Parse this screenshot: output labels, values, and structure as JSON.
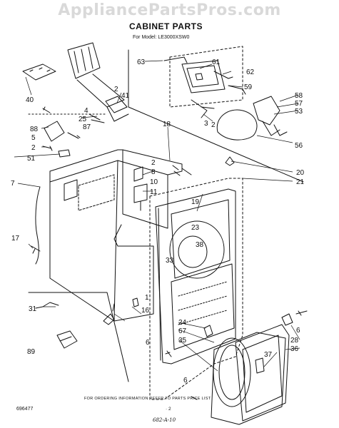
{
  "watermark": "AppliancePartsPros.com",
  "title": "CABINET PARTS",
  "model": "For Model: LE3000XSW0",
  "footer": "FOR ORDERING INFORMATION REFER TO PARTS PRICE LIST",
  "doc_number": "696477",
  "page_number": "· 2",
  "handwritten": "682-A-10",
  "callouts": [
    "63",
    "61",
    "62",
    "59",
    "58",
    "57",
    "53",
    "56",
    "3",
    "2",
    "40",
    "88",
    "5",
    "2",
    "51",
    "4",
    "25",
    "87",
    "2",
    "41",
    "18",
    "2",
    "8",
    "10",
    "11",
    "20",
    "21",
    "7",
    "17",
    "19",
    "23",
    "38",
    "33",
    "31",
    "89",
    "16",
    "1",
    "6",
    "24",
    "67",
    "35",
    "37",
    "28",
    "36",
    "6",
    "6"
  ]
}
